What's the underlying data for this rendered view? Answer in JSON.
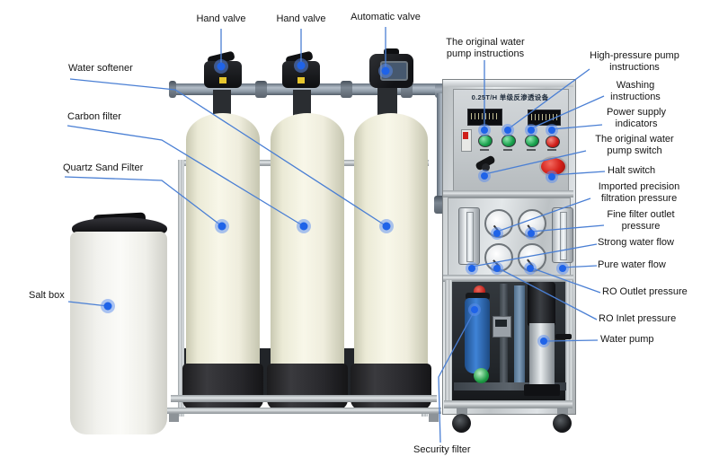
{
  "panel": {
    "title": "0.25T/H 单级反渗透设备"
  },
  "colors": {
    "callout_line": "#4a7fd4",
    "callout_dot": "#1f63e8",
    "indicator_green": "#18a04c",
    "indicator_red": "#cf1f1a",
    "halt_button_red": "#d42019",
    "filter_housing_blue": "#2f6db8",
    "tank_body_cream": "#f2f1e2"
  },
  "callouts": [
    {
      "id": "hand-valve-1",
      "text": "Hand valve"
    },
    {
      "id": "hand-valve-2",
      "text": "Hand valve"
    },
    {
      "id": "automatic-valve",
      "text": "Automatic valve"
    },
    {
      "id": "water-softener",
      "text": "Water softener"
    },
    {
      "id": "carbon-filter",
      "text": "Carbon  filter"
    },
    {
      "id": "quartz-sand-filter",
      "text": "Quartz  Sand Filter"
    },
    {
      "id": "salt-box",
      "text": "Salt box"
    },
    {
      "id": "original-water-pump-instructions",
      "text": "The original water pump instructions"
    },
    {
      "id": "high-pressure-pump-instructions",
      "text": "High-pressure pump instructions"
    },
    {
      "id": "washing-instructions",
      "text": "Washing instructions"
    },
    {
      "id": "power-supply-indicators",
      "text": "Power supply indicators"
    },
    {
      "id": "original-water-pump-switch",
      "text": "The original water pump switch"
    },
    {
      "id": "halt-switch",
      "text": "Halt switch"
    },
    {
      "id": "imported-precision-filtration-pressure",
      "text": "Imported precision filtration pressure"
    },
    {
      "id": "fine-filter-outlet-pressure",
      "text": "Fine filter outlet pressure"
    },
    {
      "id": "strong-water-flow",
      "text": "Strong water flow"
    },
    {
      "id": "pure-water-flow",
      "text": "Pure water flow"
    },
    {
      "id": "ro-outlet-pressure",
      "text": "RO Outlet pressure"
    },
    {
      "id": "ro-inlet-pressure",
      "text": "RO Inlet pressure"
    },
    {
      "id": "water-pump",
      "text": "Water pump"
    },
    {
      "id": "security-filter",
      "text": "Security filter"
    }
  ]
}
